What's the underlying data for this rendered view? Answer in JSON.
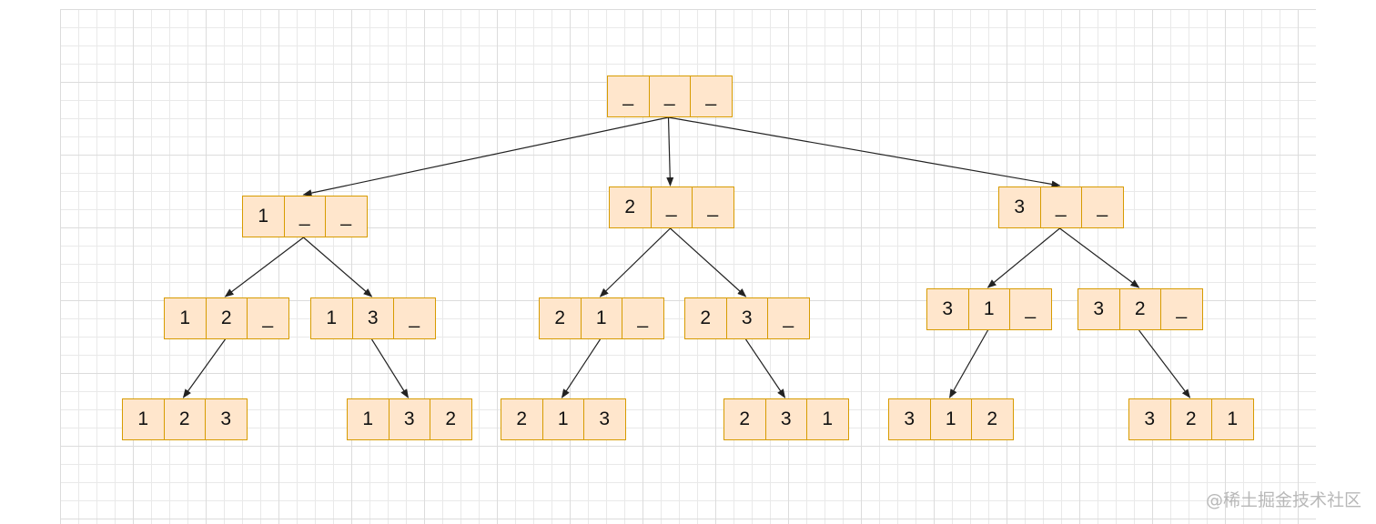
{
  "diagram": {
    "nodes": [
      {
        "id": "root",
        "cells": [
          "_",
          "_",
          "_"
        ]
      },
      {
        "id": "n1",
        "cells": [
          "1",
          "_",
          "_"
        ]
      },
      {
        "id": "n2",
        "cells": [
          "2",
          "_",
          "_"
        ]
      },
      {
        "id": "n3",
        "cells": [
          "3",
          "_",
          "_"
        ]
      },
      {
        "id": "n12",
        "cells": [
          "1",
          "2",
          "_"
        ]
      },
      {
        "id": "n13",
        "cells": [
          "1",
          "3",
          "_"
        ]
      },
      {
        "id": "n21",
        "cells": [
          "2",
          "1",
          "_"
        ]
      },
      {
        "id": "n23",
        "cells": [
          "2",
          "3",
          "_"
        ]
      },
      {
        "id": "n31",
        "cells": [
          "3",
          "1",
          "_"
        ]
      },
      {
        "id": "n32",
        "cells": [
          "3",
          "2",
          "_"
        ]
      },
      {
        "id": "n123",
        "cells": [
          "1",
          "2",
          "3"
        ]
      },
      {
        "id": "n132",
        "cells": [
          "1",
          "3",
          "2"
        ]
      },
      {
        "id": "n213",
        "cells": [
          "2",
          "1",
          "3"
        ]
      },
      {
        "id": "n231",
        "cells": [
          "2",
          "3",
          "1"
        ]
      },
      {
        "id": "n312",
        "cells": [
          "3",
          "1",
          "2"
        ]
      },
      {
        "id": "n321",
        "cells": [
          "3",
          "2",
          "1"
        ]
      }
    ],
    "edges": [
      {
        "from": "root",
        "to": "n1"
      },
      {
        "from": "root",
        "to": "n2"
      },
      {
        "from": "root",
        "to": "n3"
      },
      {
        "from": "n1",
        "to": "n12"
      },
      {
        "from": "n1",
        "to": "n13"
      },
      {
        "from": "n2",
        "to": "n21"
      },
      {
        "from": "n2",
        "to": "n23"
      },
      {
        "from": "n3",
        "to": "n31"
      },
      {
        "from": "n3",
        "to": "n32"
      },
      {
        "from": "n12",
        "to": "n123"
      },
      {
        "from": "n13",
        "to": "n132"
      },
      {
        "from": "n21",
        "to": "n213"
      },
      {
        "from": "n23",
        "to": "n231"
      },
      {
        "from": "n31",
        "to": "n312"
      },
      {
        "from": "n32",
        "to": "n321"
      }
    ]
  },
  "watermark": "@稀土掘金技术社区",
  "colors": {
    "cell_fill": "#ffe6cc",
    "cell_border": "#d79b00",
    "edge": "#222222"
  }
}
